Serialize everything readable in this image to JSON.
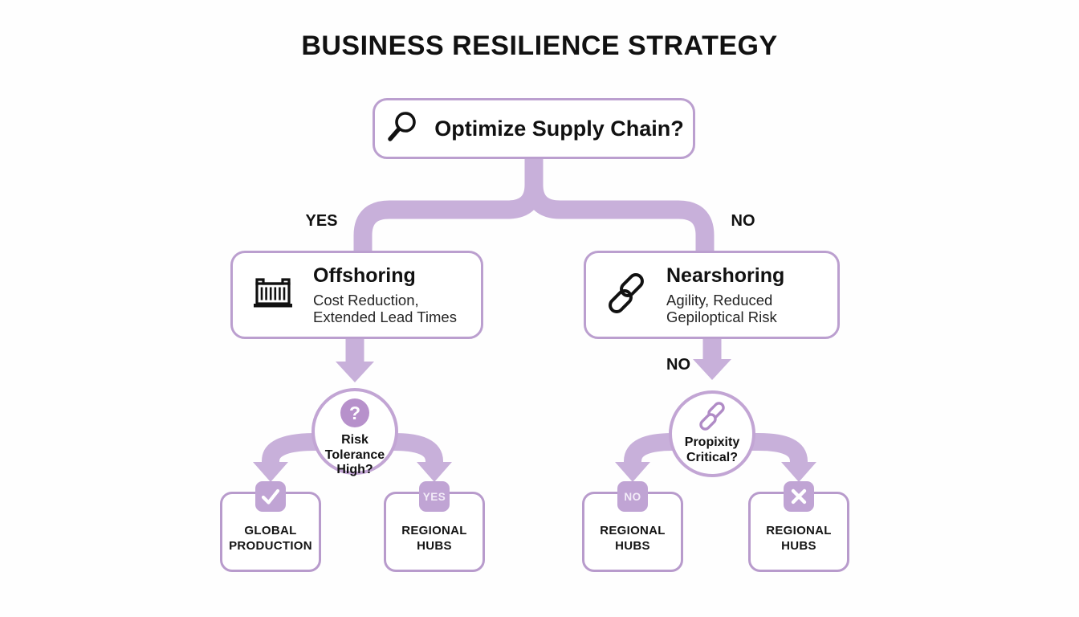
{
  "title": "BUSINESS RESILIENCE STRATEGY",
  "colors": {
    "connector": "#c8b0da",
    "node_border": "#bb9fcf",
    "badge_fill": "#c0a4d4",
    "question_badge_fill": "#b791cb",
    "text": "#111111"
  },
  "root": {
    "label": "Optimize Supply Chain?",
    "icon": "magnifier-icon"
  },
  "branches": {
    "yes_label": "YES",
    "no_label": "NO"
  },
  "offshoring": {
    "title": "Offshoring",
    "subtitle_line1": "Cost Reduction,",
    "subtitle_line2": "Extended Lead Times",
    "icon": "container-icon"
  },
  "nearshoring": {
    "title": "Nearshoring",
    "subtitle_line1": "Agility, Reduced",
    "subtitle_line2": "Gepiloptical Risk",
    "icon": "chain-icon"
  },
  "left_decision": {
    "badge": "?",
    "badge_icon": "question-icon",
    "line1": "Risk Tolerance",
    "line2": "High?"
  },
  "right_decision": {
    "incoming_label": "NO",
    "badge_icon": "chain-link-icon",
    "line1": "Propixity",
    "line2": "Critical?"
  },
  "outcomes": [
    {
      "badge_icon": "check-icon",
      "line1": "GLOBAL",
      "line2": "PRODUCTION"
    },
    {
      "badge": "YES",
      "line1": "REGIONAL",
      "line2": "HUBS"
    },
    {
      "badge": "NO",
      "line1": "REGIONAL",
      "line2": "HUBS"
    },
    {
      "badge_icon": "x-icon",
      "line1": "REGIONAL",
      "line2": "HUBS"
    }
  ]
}
